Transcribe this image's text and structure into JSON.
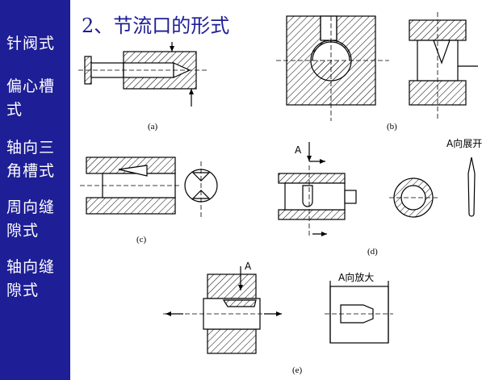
{
  "title": "2、节流口的形式",
  "sidebar": {
    "items": [
      {
        "label": "针阀式"
      },
      {
        "label": "偏心槽式"
      },
      {
        "label": "轴向三角槽式"
      },
      {
        "label": "周向缝隙式"
      },
      {
        "label": "轴向缝隙式"
      }
    ]
  },
  "diagram": {
    "captions": {
      "a": "(a)",
      "b": "(b)",
      "c": "(c)",
      "d": "(d)",
      "e": "(e)"
    },
    "labels": {
      "d_arrow": "A",
      "d_view": "A向展开",
      "e_arrow": "A",
      "e_view": "A向放大"
    }
  },
  "colors": {
    "sidebar_bg": "#1e1e96",
    "sidebar_text": "#ffffff",
    "title_text": "#1e1e96"
  }
}
